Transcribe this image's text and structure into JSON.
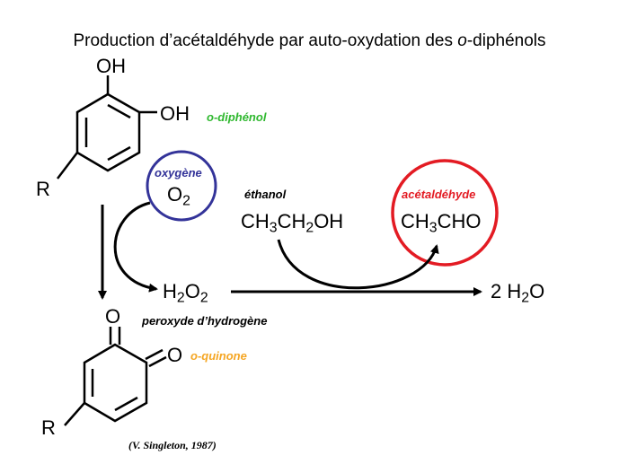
{
  "title": {
    "main": "Production d’acétaldéhyde par auto-oxydation des ",
    "italic": "o",
    "end": "-diphénols"
  },
  "diphenol": {
    "oh_top": "OH",
    "oh_right": "OH",
    "r": "R",
    "label": "o-diphénol"
  },
  "oxygen": {
    "label": "oxygène",
    "formula_base": "O",
    "formula_sub": "2"
  },
  "ethanol": {
    "label": "éthanol",
    "f1": "CH",
    "s1": "3",
    "f2": "CH",
    "s2": "2",
    "f3": "OH"
  },
  "acetaldehyde": {
    "label": "acétaldéhyde",
    "f1": "CH",
    "s1": "3",
    "f2": "CHO"
  },
  "peroxide": {
    "f1": "H",
    "s1": "2",
    "f2": "O",
    "s2": "2",
    "label": "peroxyde d’hydrogène"
  },
  "water": {
    "f1": "2 H",
    "s1": "2",
    "f2": "O"
  },
  "quinone": {
    "o_top": "O",
    "o_right": "O",
    "r": "R",
    "label": "o-quinone"
  },
  "citation": "(V. Singleton, 1987)",
  "colors": {
    "diphenol_label": "#2fb82f",
    "oxygen": "#333399",
    "acetaldehyde": "#e31b23",
    "quinone_label": "#f5a623",
    "ink": "#000000"
  }
}
